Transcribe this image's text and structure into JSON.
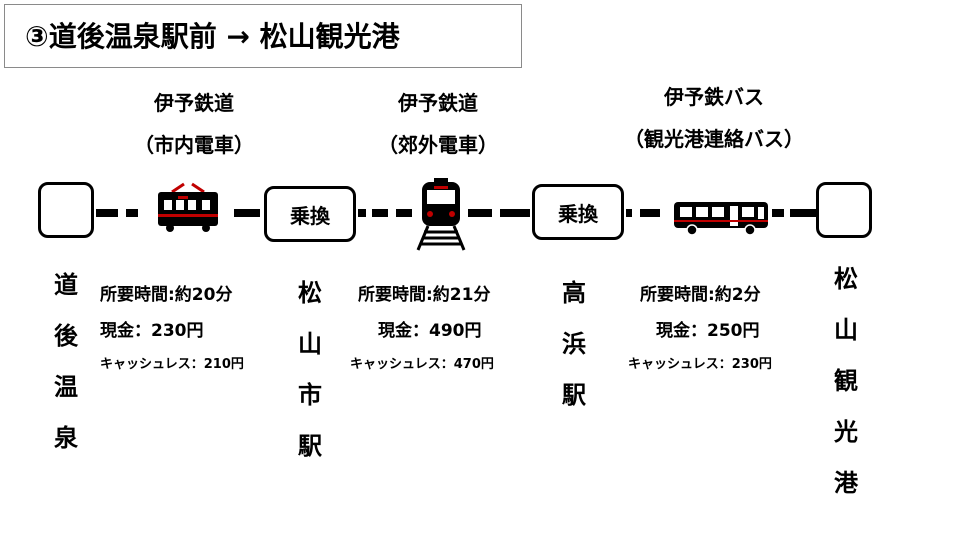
{
  "title": "③道後温泉駅前 → 松山観光港",
  "segments": [
    {
      "operator": "伊予鉄道",
      "service": "（市内電車）",
      "vehicle_icon": "streetcar-icon",
      "time": "所要時間:約20分",
      "cash": "現金：230円",
      "cashless": "キャッシュレス：210円"
    },
    {
      "operator": "伊予鉄道",
      "service": "（郊外電車）",
      "vehicle_icon": "train-icon",
      "time": "所要時間:約21分",
      "cash": "現金：490円",
      "cashless": "キャッシュレス：470円"
    },
    {
      "operator": "伊予鉄バス",
      "service": "（観光港連絡バス）",
      "vehicle_icon": "bus-icon",
      "time": "所要時間:約2分",
      "cash": "現金：250円",
      "cashless": "キャッシュレス：230円"
    }
  ],
  "transfer_label": "乗換",
  "stations": [
    [
      "道",
      "後",
      "温",
      "泉"
    ],
    [
      "松",
      "山",
      "市",
      "駅"
    ],
    [
      "高",
      "浜",
      "駅"
    ],
    [
      "松",
      "山",
      "観",
      "光",
      "港"
    ]
  ],
  "colors": {
    "line": "#000000",
    "box_border": "#8a8a8a",
    "vehicle_red": "#c00000"
  }
}
